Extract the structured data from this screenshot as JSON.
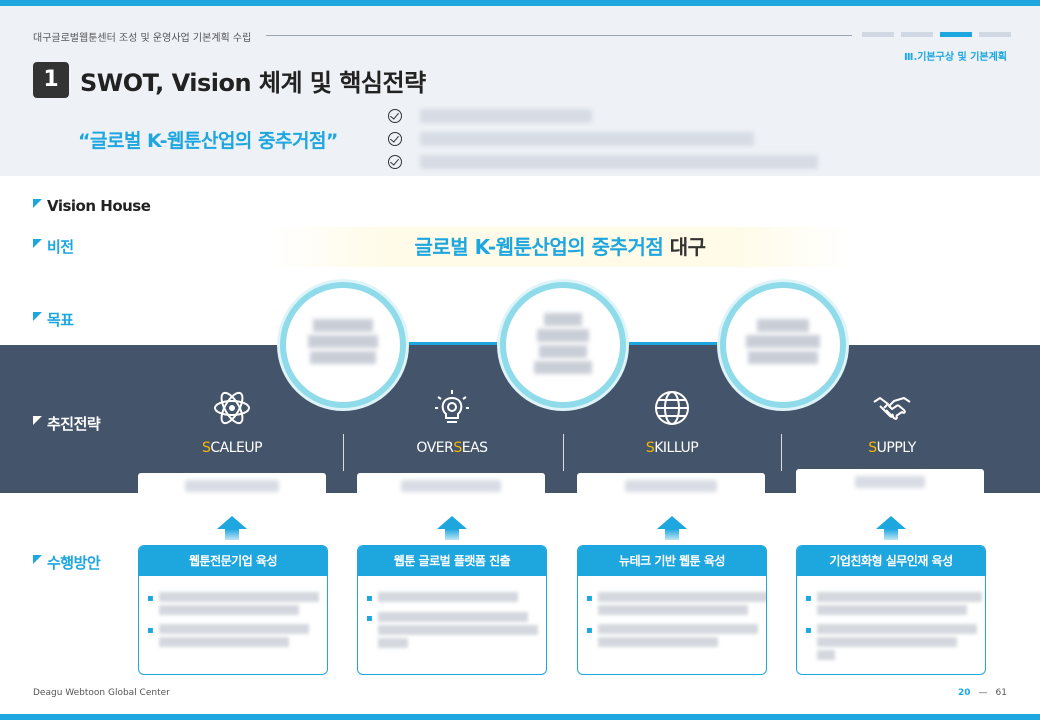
{
  "header": {
    "doc_title": "대구글로벌웹툰센터 조성 및 운영사업 기본계획 수립",
    "section_label": "Ⅲ.기본구상 및 기본계획",
    "number": "1",
    "title": "SWOT, Vision 체계 및 핵심전략",
    "slogan": "“글로벌  K-웹툰산업의 중추거점”"
  },
  "labels": {
    "vision_house": "Vision House",
    "vision": "비전",
    "goal": "목표",
    "strategy": "추진전략",
    "action": "수행방안"
  },
  "vision": {
    "main": "글로벌 K-웹툰산업의 중추거점",
    "suffix": "대구"
  },
  "strategies": [
    {
      "first": "S",
      "rest": "CALEUP",
      "icon": "atom-icon"
    },
    {
      "first": "OVER",
      "mid": "S",
      "rest": "EAS",
      "icon": "lightbulb-icon"
    },
    {
      "first": "S",
      "rest": "KILLUP",
      "icon": "globe-icon"
    },
    {
      "first": "S",
      "rest": "UPPLY",
      "icon": "handshake-icon"
    }
  ],
  "actions": [
    {
      "title": "웹툰전문기업 육성"
    },
    {
      "title": "웹툰 글로벌 플랫폼 진출"
    },
    {
      "title": "뉴테크 기반 웹툰 육성"
    },
    {
      "title": "기업친화형 실무인재 육성"
    }
  ],
  "footer": {
    "org": "Deagu Webtoon Global Center",
    "page_current": "20",
    "separator": "—",
    "page_total": "61"
  },
  "colors": {
    "accent": "#1ea6df",
    "band": "#44546a",
    "highlight": "#f5b700"
  }
}
